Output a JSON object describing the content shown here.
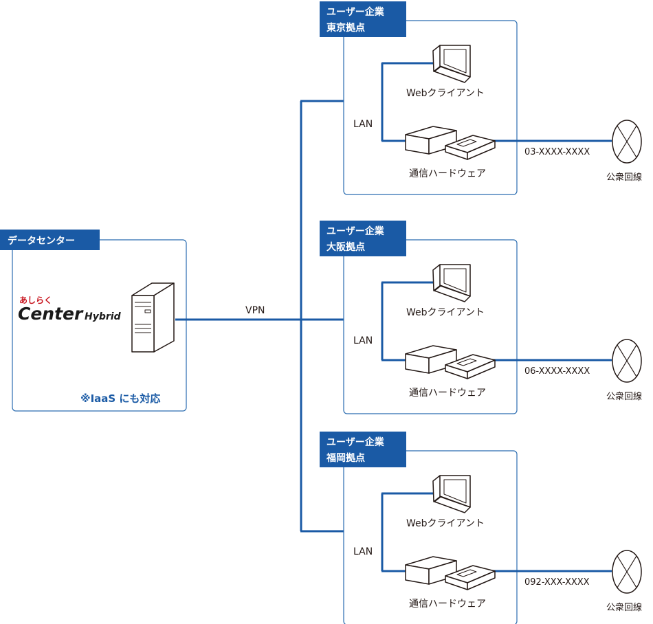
{
  "datacenter": {
    "tag": "データセンター",
    "logo_mark": "あしらく",
    "logo_main": "Center",
    "logo_sub": "Hybrid",
    "note": "※IaaS にも対応"
  },
  "vpn_label": "VPN",
  "sites": [
    {
      "tag_line1": "ユーザー企業",
      "tag_line2": "東京拠点",
      "client_label": "Webクライアント",
      "lan_label": "LAN",
      "hardware_label": "通信ハードウェア",
      "phone": "03-XXXX-XXXX",
      "public_line": "公衆回線"
    },
    {
      "tag_line1": "ユーザー企業",
      "tag_line2": "大阪拠点",
      "client_label": "Webクライアント",
      "lan_label": "LAN",
      "hardware_label": "通信ハードウェア",
      "phone": "06-XXXX-XXXX",
      "public_line": "公衆回線"
    },
    {
      "tag_line1": "ユーザー企業",
      "tag_line2": "福岡拠点",
      "client_label": "Webクライアント",
      "lan_label": "LAN",
      "hardware_label": "通信ハードウェア",
      "phone": "092-XXX-XXXX",
      "public_line": "公衆回線"
    }
  ],
  "colors": {
    "accent": "#1a5aa5",
    "border": "#2a6cb0",
    "logo_red": "#c8141e"
  }
}
